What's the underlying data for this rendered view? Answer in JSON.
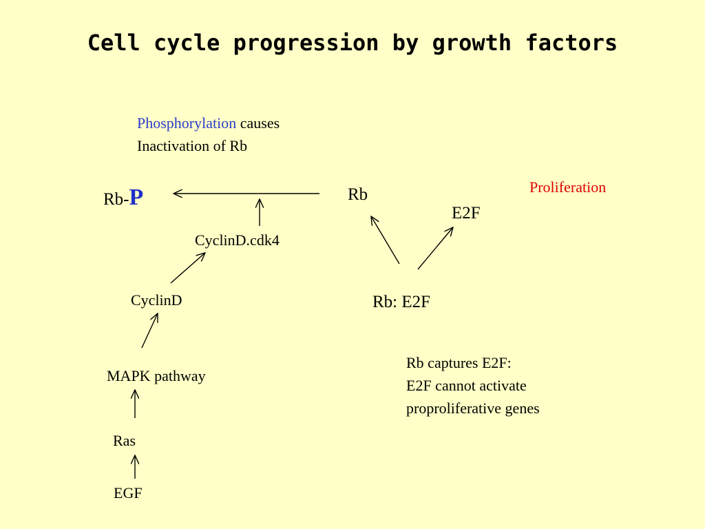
{
  "slide": {
    "title": "Cell cycle progression by growth factors"
  },
  "diagram": {
    "phosphorylation_word": "Phosphorylation",
    "phosphorylation_rest": " causes",
    "phosphorylation_line2": "Inactivation of Rb",
    "rb_p_prefix": "Rb-",
    "rb_p_suffix": "P",
    "rb": "Rb",
    "e2f": "E2F",
    "proliferation": "Proliferation",
    "cyclind_cdk4": "CyclinD.cdk4",
    "cyclind": "CyclinD",
    "rb_e2f": "Rb: E2F",
    "mapk": "MAPK pathway",
    "ras": "Ras",
    "egf": "EGF",
    "note_line1": "Rb captures E2F:",
    "note_line2": "E2F cannot activate",
    "note_line3": "proproliferative genes"
  }
}
